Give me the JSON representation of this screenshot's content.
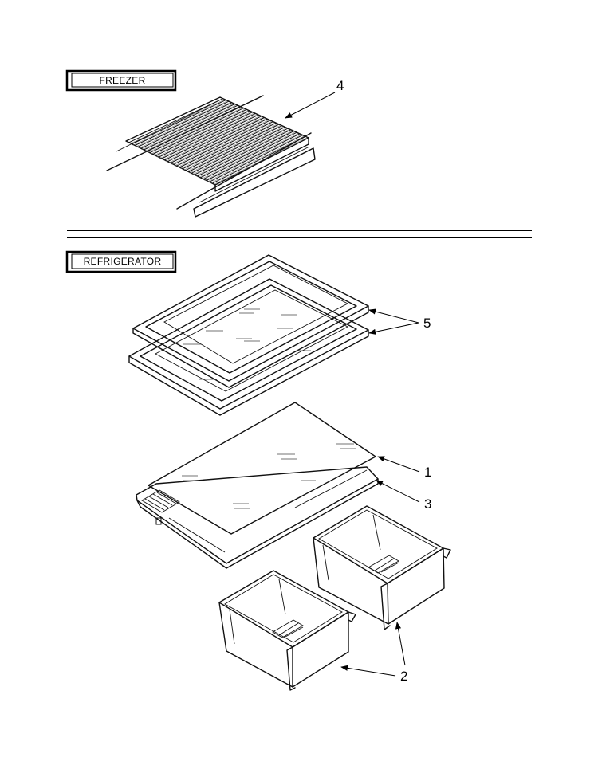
{
  "sections": {
    "freezer": "FREEZER",
    "refrigerator": "REFRIGERATOR"
  },
  "callouts": {
    "c1": "1",
    "c2": "2",
    "c3": "3",
    "c4": "4",
    "c5": "5"
  }
}
